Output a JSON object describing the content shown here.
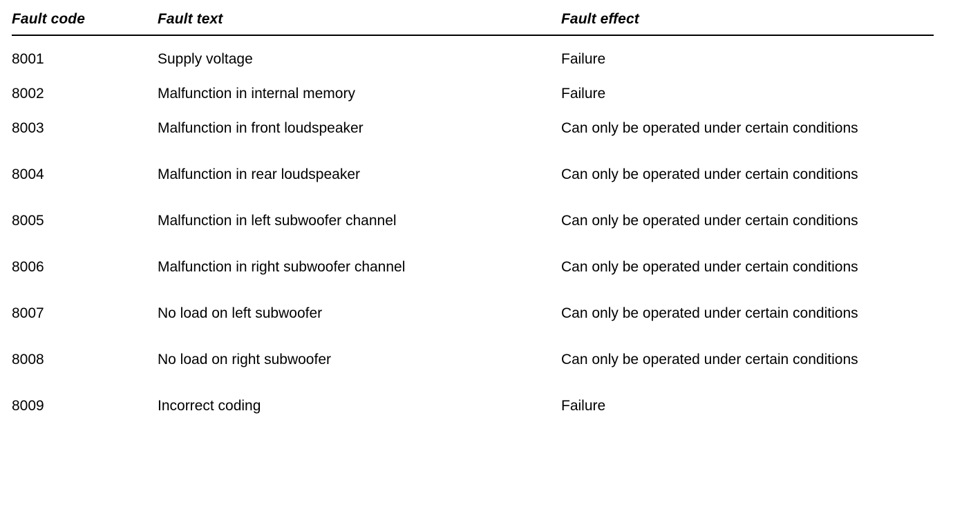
{
  "table": {
    "name": "fault-code-table",
    "columns": [
      {
        "key": "code",
        "label": "Fault code"
      },
      {
        "key": "text",
        "label": "Fault text"
      },
      {
        "key": "effect",
        "label": "Fault effect"
      }
    ],
    "rows": [
      {
        "code": "8001",
        "text": "Supply voltage",
        "effect": "Failure",
        "effect_wraps": false
      },
      {
        "code": "8002",
        "text": "Malfunction in internal memory",
        "effect": "Failure",
        "effect_wraps": false
      },
      {
        "code": "8003",
        "text": "Malfunction in front loudspeaker",
        "effect": "Can only be operated under certain conditions",
        "effect_wraps": true
      },
      {
        "code": "8004",
        "text": "Malfunction in rear loudspeaker",
        "effect": "Can only be operated under certain conditions",
        "effect_wraps": true
      },
      {
        "code": "8005",
        "text": "Malfunction in left subwoofer channel",
        "effect": "Can only be operated under certain conditions",
        "effect_wraps": true
      },
      {
        "code": "8006",
        "text": "Malfunction in right subwoofer channel",
        "effect": "Can only be operated under certain conditions",
        "effect_wraps": true
      },
      {
        "code": "8007",
        "text": "No load on left subwoofer",
        "effect": "Can only be operated under certain conditions",
        "effect_wraps": true
      },
      {
        "code": "8008",
        "text": "No load on right subwoofer",
        "effect": "Can only be operated under certain conditions",
        "effect_wraps": true
      },
      {
        "code": "8009",
        "text": "Incorrect coding",
        "effect": "Failure",
        "effect_wraps": false
      }
    ]
  },
  "style": {
    "text_color": "#000000",
    "background_color": "#ffffff",
    "rule_color": "#000000"
  }
}
